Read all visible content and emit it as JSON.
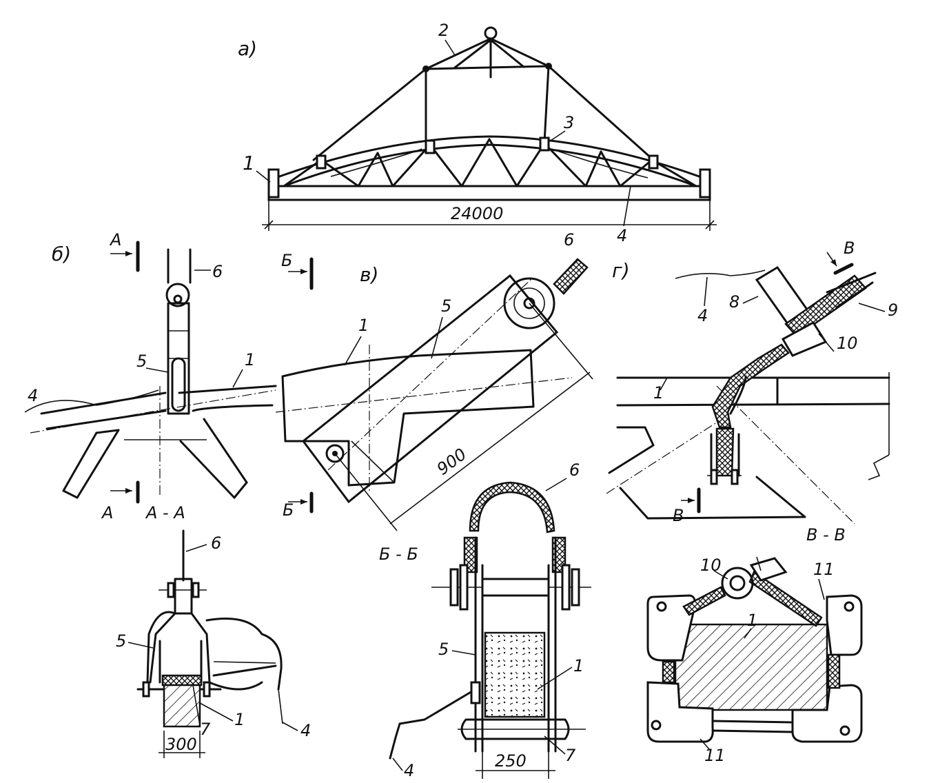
{
  "views": {
    "a": "а)",
    "b": "б)",
    "v": "в)",
    "g": "г)"
  },
  "dimensions": {
    "span": "24000",
    "lever": "900",
    "width_300": "300",
    "width_250": "250"
  },
  "sections": {
    "a_mark": "А",
    "aa": "А - А",
    "b_mark": "Б",
    "bb": "Б - Б",
    "v_mark": "В",
    "vv": "В - В"
  },
  "callouts": {
    "n1": "1",
    "n2": "2",
    "n3": "3",
    "n4": "4",
    "n5": "5",
    "n6": "6",
    "n7": "7",
    "n8": "8",
    "n9": "9",
    "n10": "10",
    "n11": "11"
  }
}
